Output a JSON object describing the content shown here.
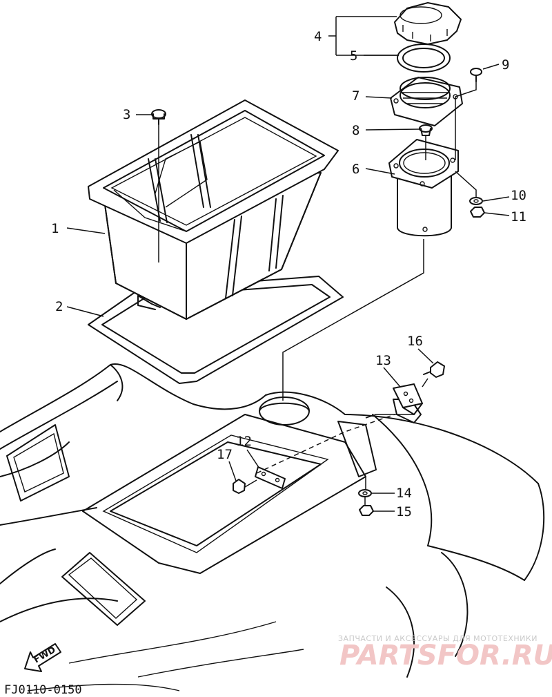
{
  "diagram": {
    "callouts": [
      "1",
      "2",
      "3",
      "4",
      "5",
      "6",
      "7",
      "8",
      "9",
      "10",
      "11",
      "12",
      "13",
      "14",
      "15",
      "16",
      "17"
    ],
    "figure_code": "FJ0110-0150",
    "direction_label": "FWD"
  },
  "watermark": {
    "tagline": "ЗАПЧАСТИ И АКСЕССУАРЫ ДЛЯ МОТОТЕХНИКИ",
    "brand": "PARTSFOR.RU"
  }
}
